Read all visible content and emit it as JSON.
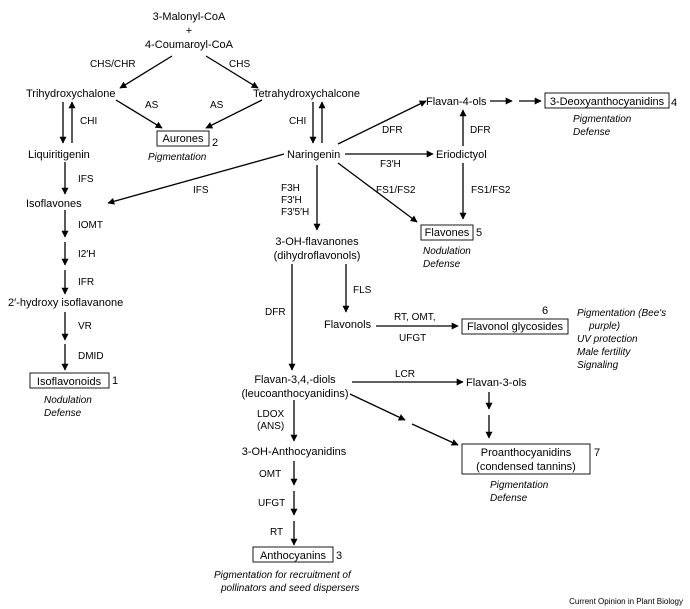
{
  "nodes": {
    "malonyl": "3-Malonyl-CoA",
    "plus": "+",
    "coumaroyl": "4-Coumaroyl-CoA",
    "trihydroxychalcone": "Trihydroxychalone",
    "tetrahydroxychalcone": "Tetrahydroxychalcone",
    "liquiritigenin": "Liquiritigenin",
    "naringenin": "Naringenin",
    "eriodictyol": "Eriodictyol",
    "flavan4ols": "Flavan-4-ols",
    "isoflavones": "Isoflavones",
    "hydroxyisoflavanone": "2′-hydroxy isoflavanone",
    "ohflavanones": "3-OH-flavanones",
    "dihydroflavonols": "(dihydroflavonols)",
    "flavonols": "Flavonols",
    "flavan34diols": "Flavan-3,4,-diols",
    "leucoanthocyanidins": "(leucoanthocyanidins)",
    "flavan3ols": "Flavan-3-ols",
    "ohanthocyanidins": "3-OH-Anthocyanidins"
  },
  "boxed": {
    "aurones": {
      "label": "Aurones",
      "number": "2"
    },
    "deoxyanthocyanidins": {
      "label": "3-Deoxyanthocyanidins",
      "number": "4"
    },
    "flavones": {
      "label": "Flavones",
      "number": "5"
    },
    "isoflavonoids": {
      "label": "Isoflavonoids",
      "number": "1"
    },
    "flavonolglycosides": {
      "label": "Flavonol glycosides",
      "number": "6"
    },
    "proanthocyanidins": {
      "label1": "Proanthocyanidins",
      "label2": "(condensed tannins)",
      "number": "7"
    },
    "anthocyanins": {
      "label": "Anthocyanins",
      "number": "3"
    }
  },
  "enzymes": {
    "chs_chr": "CHS/CHR",
    "chs": "CHS",
    "as_left": "AS",
    "as_right": "AS",
    "chi_left": "CHI",
    "chi_right": "CHI",
    "dfr_top": "DFR",
    "dfr_right": "DFR",
    "f3h_prime": "F3′H",
    "fs_left": "FS1/FS2",
    "fs_right": "FS1/FS2",
    "ifs_left": "IFS",
    "ifs_mid": "IFS",
    "iomt": "IOMT",
    "i2h": "I2′H",
    "ifr": "IFR",
    "vr": "VR",
    "dmid": "DMID",
    "f3h_1": "F3H",
    "f3h_2": "F3′H",
    "f3h_3": "F3′5′H",
    "dfr_mid": "DFR",
    "fls": "FLS",
    "rt_omt": "RT, OMT,",
    "ufgt_right": "UFGT",
    "lcr": "LCR",
    "ldox": "LDOX",
    "ans": "(ANS)",
    "omt": "OMT",
    "ufgt": "UFGT",
    "rt": "RT"
  },
  "notes": {
    "aurones_role": "Pigmentation",
    "deoxy_role1": "Pigmentation",
    "deoxy_role2": "Defense",
    "flavones_role1": "Nodulation",
    "flavones_role2": "Defense",
    "glycosides_role1": "Pigmentation (Bee's",
    "glycosides_role2": "purple)",
    "glycosides_role3": "UV protection",
    "glycosides_role4": "Male fertility",
    "glycosides_role5": "Signaling",
    "isoflavonoids_role1": "Nodulation",
    "isoflavonoids_role2": "Defense",
    "proantho_role1": "Pigmentation",
    "proantho_role2": "Defense",
    "antho_role1": "Pigmentation for recruitment of",
    "antho_role2": "pollinators and seed dispersers"
  },
  "credit": "Current Opinion in Plant Biology"
}
